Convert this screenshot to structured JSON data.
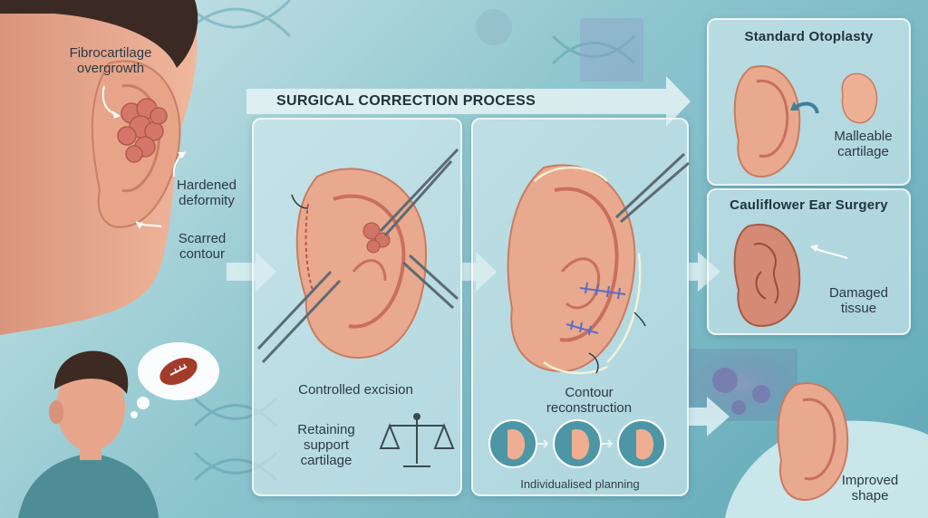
{
  "header": {
    "process_title": "SURGICAL CORRECTION PROCESS"
  },
  "left": {
    "fibro_line1": "Fibrocartilage",
    "fibro_line2": "overgrowth",
    "hardened_line1": "Hardened",
    "hardened_line2": "deformity",
    "scarred_line1": "Scarred",
    "scarred_line2": "contour",
    "thought_icon": "football-icon"
  },
  "step1": {
    "caption": "Controlled excision",
    "retain_line1": "Retaining",
    "retain_line2": "support",
    "retain_line3": "cartilage",
    "scale_icon": "balance-scale-icon",
    "tool_icon": "scissors-icon"
  },
  "step2": {
    "caption_line1": "Contour",
    "caption_line2": "reconstruction",
    "planning": "Individualised planning"
  },
  "right": {
    "otoplasty_title": "Standard Otoplasty",
    "malleable_line1": "Malleable",
    "malleable_line2": "cartilage",
    "cauliflower_title": "Cauliflower Ear Surgery",
    "damaged_line1": "Damaged",
    "damaged_line2": "tissue",
    "improved_line1": "Improved",
    "improved_line2": "shape"
  },
  "colors": {
    "skin": "#e9a98e",
    "ear_inner": "#c8705c",
    "panel_bg": "#d6ecf0",
    "teal_dark": "#3f8c9b",
    "accent_blue": "#3e7f9c"
  }
}
